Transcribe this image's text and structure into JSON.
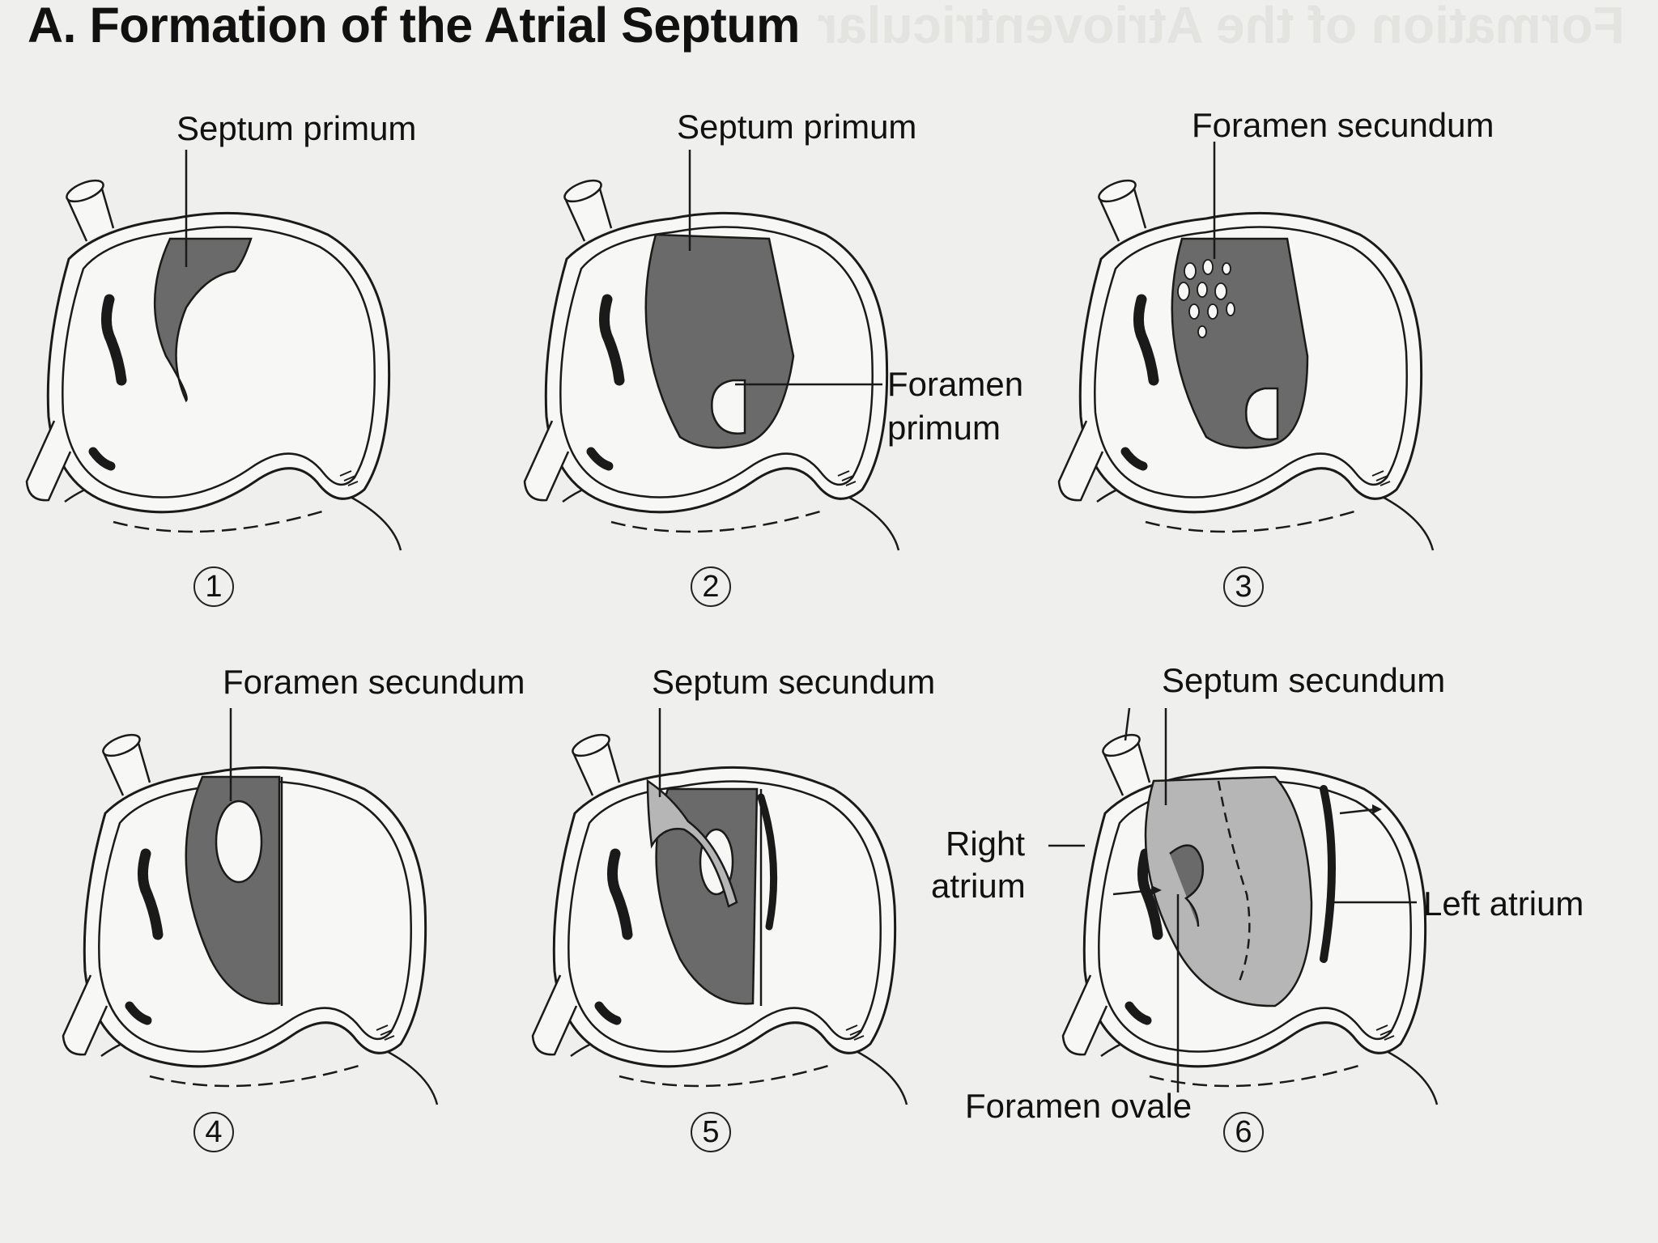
{
  "title": "A. Formation of the Atrial Septum",
  "ghost_text": "Formation of the Atrioventricular",
  "panels": [
    {
      "number": "1",
      "labels": [
        "Septum primum"
      ]
    },
    {
      "number": "2",
      "labels": [
        "Septum primum",
        "Foramen",
        "primum"
      ]
    },
    {
      "number": "3",
      "labels": [
        "Foramen secundum"
      ]
    },
    {
      "number": "4",
      "labels": [
        "Foramen secundum"
      ]
    },
    {
      "number": "5",
      "labels": [
        "Septum secundum"
      ]
    },
    {
      "number": "6",
      "labels": [
        "Septum secundum",
        "Right",
        "atrium",
        "Left atrium",
        "Foramen ovale"
      ]
    }
  ],
  "colors": {
    "septum_primum": "#6a6a6a",
    "septum_secundum": "#b6b6b6",
    "outline": "#1a1a1a",
    "background": "#efefed"
  }
}
